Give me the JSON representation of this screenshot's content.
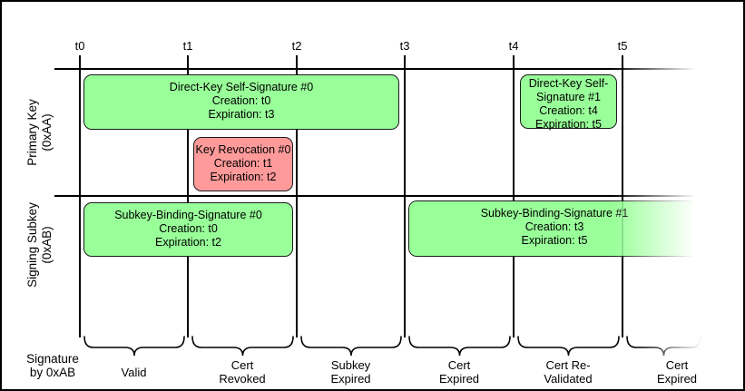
{
  "diagram": {
    "ticks": [
      "t0",
      "t1",
      "t2",
      "t3",
      "t4",
      "t5"
    ],
    "rows": [
      {
        "label_lines": [
          "Primary Key",
          "(0xAA)"
        ]
      },
      {
        "label_lines": [
          "Signing Subkey",
          "(0xAB)"
        ]
      }
    ],
    "corner_label_lines": [
      "Signature",
      "by 0xAB"
    ],
    "boxes": [
      {
        "name": "direct-key-self-signature-0",
        "color": "green",
        "lines": [
          "Direct-Key Self-Signature #0",
          "Creation: t0",
          "Expiration: t3"
        ]
      },
      {
        "name": "key-revocation-0",
        "color": "red",
        "lines": [
          "Key Revocation #0",
          "Creation: t1",
          "Expiration: t2"
        ]
      },
      {
        "name": "direct-key-self-signature-1",
        "color": "green",
        "lines": [
          "Direct-Key Self-",
          "Signature #1",
          "Creation: t4",
          "Expiration: t5"
        ]
      },
      {
        "name": "subkey-binding-signature-0",
        "color": "green",
        "lines": [
          "Subkey-Binding-Signature #0",
          "Creation: t0",
          "Expiration: t2"
        ]
      },
      {
        "name": "subkey-binding-signature-1",
        "color": "green",
        "fade_right": true,
        "lines": [
          "Subkey-Binding-Signature #1",
          "Creation: t3",
          "Expiration: t5"
        ]
      }
    ],
    "phases": [
      {
        "lines": [
          "Valid"
        ]
      },
      {
        "lines": [
          "Cert",
          "Revoked"
        ]
      },
      {
        "lines": [
          "Subkey",
          "Expired"
        ]
      },
      {
        "lines": [
          "Cert",
          "Expired"
        ]
      },
      {
        "lines": [
          "Cert Re-",
          "Validated"
        ]
      },
      {
        "lines": [
          "Cert",
          "Expired"
        ],
        "fade_right": true
      }
    ],
    "colors": {
      "green": "#99ff99",
      "red": "#ff9a9a",
      "line": "#000000"
    }
  }
}
